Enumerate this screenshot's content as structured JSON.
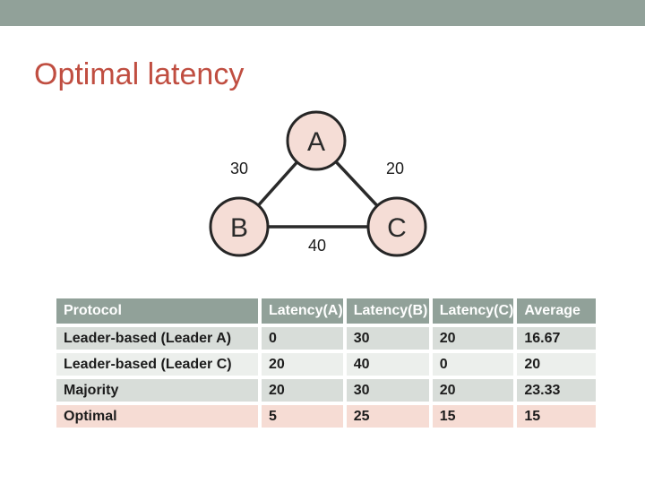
{
  "title": "Optimal latency",
  "colors": {
    "accent_bar": "#91A199",
    "title_text": "#C04E41",
    "node_fill": "#F5DDD6",
    "node_border": "#262626",
    "table_header_bg": "#91A199",
    "table_header_text": "#FFFFFF",
    "row_band": "#D8DDD9",
    "row_light": "#ECEFEC",
    "row_highlight": "#F6DCD4"
  },
  "diagram": {
    "nodes": [
      {
        "id": "A",
        "label": "A"
      },
      {
        "id": "B",
        "label": "B"
      },
      {
        "id": "C",
        "label": "C"
      }
    ],
    "edges": [
      {
        "from": "A",
        "to": "B",
        "weight": "30"
      },
      {
        "from": "A",
        "to": "C",
        "weight": "20"
      },
      {
        "from": "B",
        "to": "C",
        "weight": "40"
      }
    ]
  },
  "table": {
    "columns": [
      "Protocol",
      "Latency(A)",
      "Latency(B)",
      "Latency(C)",
      "Average"
    ],
    "rows": [
      {
        "protocol": "Leader-based (Leader A)",
        "cells": [
          "Leader-based (Leader A)",
          "0",
          "30",
          "20",
          "16.67"
        ]
      },
      {
        "protocol": "Leader-based (Leader C)",
        "cells": [
          "Leader-based (Leader C)",
          "20",
          "40",
          "0",
          "20"
        ]
      },
      {
        "protocol": "Majority",
        "cells": [
          "Majority",
          "20",
          "30",
          "20",
          "23.33"
        ]
      },
      {
        "protocol": "Optimal",
        "cells": [
          "Optimal",
          "5",
          "25",
          "15",
          "15"
        ]
      }
    ]
  }
}
